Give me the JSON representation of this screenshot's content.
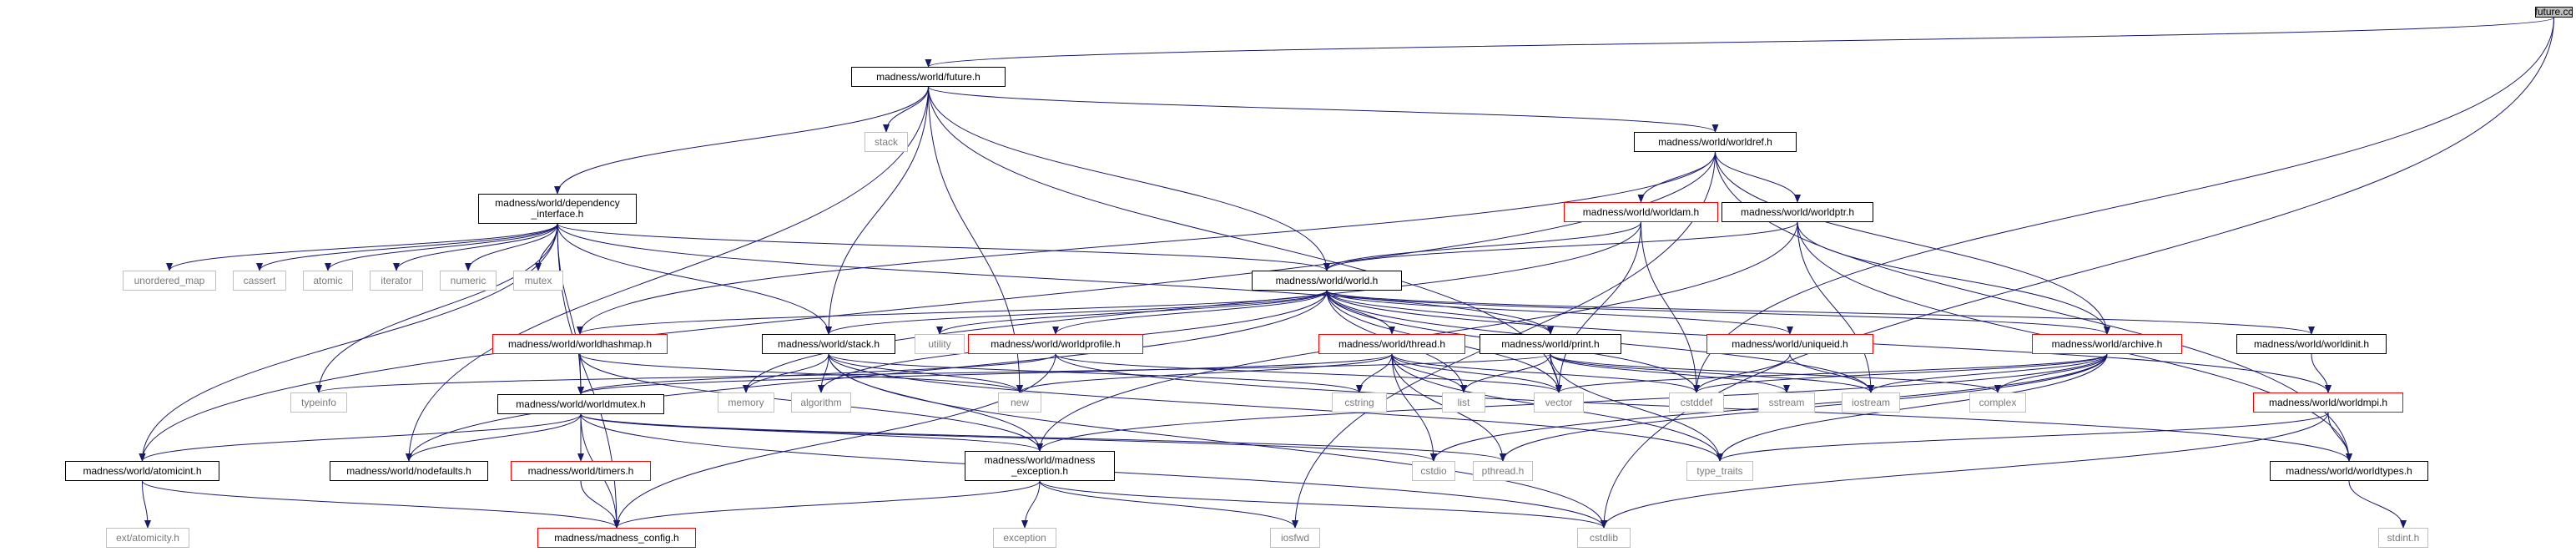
{
  "colors": {
    "edge": "#191970",
    "node_border": "#000000",
    "node_border_red": "#ff0000",
    "node_border_gray": "#c0c0c0",
    "text": "#000000",
    "text_gray": "#7a7a7a",
    "root_fill": "#bfbfbf"
  },
  "nodes": [
    {
      "id": "future_cc",
      "label": "future.cc",
      "style": "root"
    },
    {
      "id": "future_h",
      "label": "madness/world/future.h",
      "style": "black"
    },
    {
      "id": "stack",
      "label": "stack",
      "style": "gray"
    },
    {
      "id": "worldref_h",
      "label": "madness/world/worldref.h",
      "style": "black"
    },
    {
      "id": "dependency_interface_h",
      "label": "madness/world/dependency\n_interface.h",
      "style": "black"
    },
    {
      "id": "worldam_h",
      "label": "madness/world/worldam.h",
      "style": "red"
    },
    {
      "id": "worldptr_h",
      "label": "madness/world/worldptr.h",
      "style": "black"
    },
    {
      "id": "unordered_map",
      "label": "unordered_map",
      "style": "gray"
    },
    {
      "id": "cassert",
      "label": "cassert",
      "style": "gray"
    },
    {
      "id": "atomic",
      "label": "atomic",
      "style": "gray"
    },
    {
      "id": "iterator",
      "label": "iterator",
      "style": "gray"
    },
    {
      "id": "numeric",
      "label": "numeric",
      "style": "gray"
    },
    {
      "id": "mutex",
      "label": "mutex",
      "style": "gray"
    },
    {
      "id": "world_h",
      "label": "madness/world/world.h",
      "style": "black"
    },
    {
      "id": "worldhashmap_h",
      "label": "madness/world/worldhashmap.h",
      "style": "red"
    },
    {
      "id": "stack_h",
      "label": "madness/world/stack.h",
      "style": "black"
    },
    {
      "id": "utility",
      "label": "utility",
      "style": "gray"
    },
    {
      "id": "worldprofile_h",
      "label": "madness/world/worldprofile.h",
      "style": "red"
    },
    {
      "id": "thread_h",
      "label": "madness/world/thread.h",
      "style": "red"
    },
    {
      "id": "print_h",
      "label": "madness/world/print.h",
      "style": "black"
    },
    {
      "id": "uniqueid_h",
      "label": "madness/world/uniqueid.h",
      "style": "red"
    },
    {
      "id": "archive_h",
      "label": "madness/world/archive.h",
      "style": "red"
    },
    {
      "id": "worldinit_h",
      "label": "madness/world/worldinit.h",
      "style": "black"
    },
    {
      "id": "typeinfo",
      "label": "typeinfo",
      "style": "gray"
    },
    {
      "id": "memory",
      "label": "memory",
      "style": "gray"
    },
    {
      "id": "algorithm",
      "label": "algorithm",
      "style": "gray"
    },
    {
      "id": "new",
      "label": "new",
      "style": "gray"
    },
    {
      "id": "cstring",
      "label": "cstring",
      "style": "gray"
    },
    {
      "id": "list",
      "label": "list",
      "style": "gray"
    },
    {
      "id": "vector",
      "label": "vector",
      "style": "gray"
    },
    {
      "id": "cstddef",
      "label": "cstddef",
      "style": "gray"
    },
    {
      "id": "sstream",
      "label": "sstream",
      "style": "gray"
    },
    {
      "id": "iostream",
      "label": "iostream",
      "style": "gray"
    },
    {
      "id": "complex",
      "label": "complex",
      "style": "gray"
    },
    {
      "id": "worldmpi_h",
      "label": "madness/world/worldmpi.h",
      "style": "red"
    },
    {
      "id": "worldmutex_h",
      "label": "madness/world/worldmutex.h",
      "style": "black"
    },
    {
      "id": "atomicint_h",
      "label": "madness/world/atomicint.h",
      "style": "black"
    },
    {
      "id": "nodefaults_h",
      "label": "madness/world/nodefaults.h",
      "style": "black"
    },
    {
      "id": "timers_h",
      "label": "madness/world/timers.h",
      "style": "red"
    },
    {
      "id": "madness_exception_h",
      "label": "madness/world/madness\n_exception.h",
      "style": "black"
    },
    {
      "id": "cstdio",
      "label": "cstdio",
      "style": "gray"
    },
    {
      "id": "pthread_h",
      "label": "pthread.h",
      "style": "gray"
    },
    {
      "id": "type_traits",
      "label": "type_traits",
      "style": "gray"
    },
    {
      "id": "worldtypes_h",
      "label": "madness/world/worldtypes.h",
      "style": "black"
    },
    {
      "id": "ext_atomicity_h",
      "label": "ext/atomicity.h",
      "style": "gray"
    },
    {
      "id": "madness_config_h",
      "label": "madness/madness_config.h",
      "style": "red"
    },
    {
      "id": "exception",
      "label": "exception",
      "style": "gray"
    },
    {
      "id": "iosfwd",
      "label": "iosfwd",
      "style": "gray"
    },
    {
      "id": "cstdlib",
      "label": "cstdlib",
      "style": "gray"
    },
    {
      "id": "stdint_h",
      "label": "stdint.h",
      "style": "gray"
    }
  ],
  "edges": [
    [
      "future_cc",
      "future_h"
    ],
    [
      "future_cc",
      "cstddef"
    ],
    [
      "future_cc",
      "cstdlib"
    ],
    [
      "future_h",
      "stack"
    ],
    [
      "future_h",
      "worldref_h"
    ],
    [
      "future_h",
      "dependency_interface_h"
    ],
    [
      "future_h",
      "world_h"
    ],
    [
      "future_h",
      "stack_h"
    ],
    [
      "future_h",
      "new"
    ],
    [
      "future_h",
      "vector"
    ],
    [
      "future_h",
      "nodefaults_h"
    ],
    [
      "worldref_h",
      "worldam_h"
    ],
    [
      "worldref_h",
      "worldptr_h"
    ],
    [
      "worldref_h",
      "archive_h"
    ],
    [
      "worldref_h",
      "worldtypes_h"
    ],
    [
      "worldref_h",
      "atomicint_h"
    ],
    [
      "worldref_h",
      "worldhashmap_h"
    ],
    [
      "worldref_h",
      "iosfwd"
    ],
    [
      "worldam_h",
      "world_h"
    ],
    [
      "worldam_h",
      "vector"
    ],
    [
      "worldam_h",
      "memory"
    ],
    [
      "worldam_h",
      "cstddef"
    ],
    [
      "worldptr_h",
      "world_h"
    ],
    [
      "worldptr_h",
      "archive_h"
    ],
    [
      "worldptr_h",
      "iostream"
    ],
    [
      "worldptr_h",
      "worldtypes_h"
    ],
    [
      "worldptr_h",
      "madness_exception_h"
    ],
    [
      "dependency_interface_h",
      "unordered_map"
    ],
    [
      "dependency_interface_h",
      "cassert"
    ],
    [
      "dependency_interface_h",
      "atomic"
    ],
    [
      "dependency_interface_h",
      "iterator"
    ],
    [
      "dependency_interface_h",
      "numeric"
    ],
    [
      "dependency_interface_h",
      "mutex"
    ],
    [
      "dependency_interface_h",
      "world_h"
    ],
    [
      "dependency_interface_h",
      "stack_h"
    ],
    [
      "dependency_interface_h",
      "worldmutex_h"
    ],
    [
      "dependency_interface_h",
      "atomicint_h"
    ],
    [
      "dependency_interface_h",
      "print_h"
    ],
    [
      "dependency_interface_h",
      "typeinfo"
    ],
    [
      "dependency_interface_h",
      "madness_config_h"
    ],
    [
      "world_h",
      "worldhashmap_h"
    ],
    [
      "world_h",
      "stack_h"
    ],
    [
      "world_h",
      "utility"
    ],
    [
      "world_h",
      "worldprofile_h"
    ],
    [
      "world_h",
      "thread_h"
    ],
    [
      "world_h",
      "print_h"
    ],
    [
      "world_h",
      "uniqueid_h"
    ],
    [
      "world_h",
      "archive_h"
    ],
    [
      "world_h",
      "worldinit_h"
    ],
    [
      "world_h",
      "worldmpi_h"
    ],
    [
      "world_h",
      "algorithm"
    ],
    [
      "world_h",
      "list"
    ],
    [
      "world_h",
      "vector"
    ],
    [
      "world_h",
      "cstddef"
    ],
    [
      "world_h",
      "iostream"
    ],
    [
      "world_h",
      "nodefaults_h"
    ],
    [
      "worldhashmap_h",
      "worldmutex_h"
    ],
    [
      "worldhashmap_h",
      "new"
    ],
    [
      "worldhashmap_h",
      "madness_exception_h"
    ],
    [
      "stack_h",
      "memory"
    ],
    [
      "stack_h",
      "algorithm"
    ],
    [
      "stack_h",
      "new"
    ],
    [
      "stack_h",
      "cstring"
    ],
    [
      "stack_h",
      "madness_exception_h"
    ],
    [
      "stack_h",
      "type_traits"
    ],
    [
      "stack_h",
      "cstdlib"
    ],
    [
      "worldprofile_h",
      "worldmutex_h"
    ],
    [
      "worldprofile_h",
      "vector"
    ],
    [
      "worldprofile_h",
      "worldtypes_h"
    ],
    [
      "worldprofile_h",
      "madness_config_h"
    ],
    [
      "thread_h",
      "worldmutex_h"
    ],
    [
      "thread_h",
      "cstring"
    ],
    [
      "thread_h",
      "cstdio"
    ],
    [
      "thread_h",
      "pthread_h"
    ],
    [
      "thread_h",
      "type_traits"
    ],
    [
      "thread_h",
      "list"
    ],
    [
      "thread_h",
      "vector"
    ],
    [
      "thread_h",
      "cstddef"
    ],
    [
      "thread_h",
      "new"
    ],
    [
      "print_h",
      "vector"
    ],
    [
      "print_h",
      "list"
    ],
    [
      "print_h",
      "sstream"
    ],
    [
      "print_h",
      "iostream"
    ],
    [
      "print_h",
      "complex"
    ],
    [
      "print_h",
      "typeinfo"
    ],
    [
      "print_h",
      "type_traits"
    ],
    [
      "uniqueid_h",
      "cstddef"
    ],
    [
      "uniqueid_h",
      "iostream"
    ],
    [
      "archive_h",
      "iostream"
    ],
    [
      "archive_h",
      "vector"
    ],
    [
      "archive_h",
      "complex"
    ],
    [
      "archive_h",
      "cstdio"
    ],
    [
      "archive_h",
      "type_traits"
    ],
    [
      "archive_h",
      "madness_exception_h"
    ],
    [
      "archive_h",
      "cstddef"
    ],
    [
      "archive_h",
      "pthread_h"
    ],
    [
      "worldinit_h",
      "worldmpi_h"
    ],
    [
      "worldmpi_h",
      "worldtypes_h"
    ],
    [
      "worldmpi_h",
      "type_traits"
    ],
    [
      "worldmpi_h",
      "cstdlib"
    ],
    [
      "worldmutex_h",
      "atomicint_h"
    ],
    [
      "worldmutex_h",
      "nodefaults_h"
    ],
    [
      "worldmutex_h",
      "timers_h"
    ],
    [
      "worldmutex_h",
      "madness_exception_h"
    ],
    [
      "worldmutex_h",
      "madness_config_h"
    ],
    [
      "worldmutex_h",
      "cstdio"
    ],
    [
      "worldmutex_h",
      "pthread_h"
    ],
    [
      "worldmutex_h",
      "cstdlib"
    ],
    [
      "atomicint_h",
      "ext_atomicity_h"
    ],
    [
      "atomicint_h",
      "madness_config_h"
    ],
    [
      "timers_h",
      "madness_config_h"
    ],
    [
      "madness_exception_h",
      "madness_config_h"
    ],
    [
      "madness_exception_h",
      "exception"
    ],
    [
      "madness_exception_h",
      "iosfwd"
    ],
    [
      "madness_exception_h",
      "cstdlib"
    ],
    [
      "worldtypes_h",
      "stdint_h"
    ]
  ]
}
